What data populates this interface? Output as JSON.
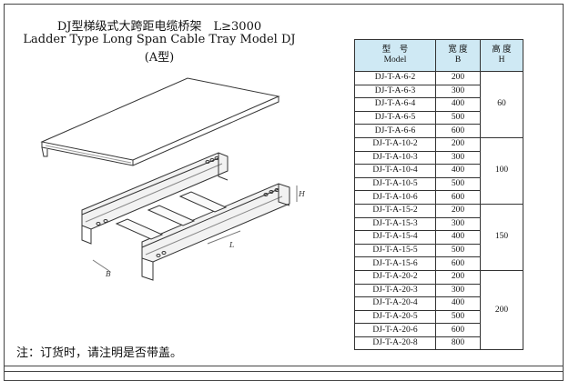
{
  "title": {
    "cn": "DJ型梯级式大跨距电缆桥架　L≥3000",
    "en": "Ladder Type Long Span Cable Tray Model DJ",
    "sub": "(A型)"
  },
  "drawing": {
    "label_B": "B",
    "label_L": "L",
    "label_H": "H"
  },
  "table": {
    "headers": {
      "model_cn": "型　号",
      "model_en": "Model",
      "width_cn": "宽 度",
      "width_en": "B",
      "height_cn": "高 度",
      "height_en": "H"
    },
    "groups": [
      {
        "height": "60",
        "rows": [
          {
            "model": "DJ-T-A-6-2",
            "width": "200"
          },
          {
            "model": "DJ-T-A-6-3",
            "width": "300"
          },
          {
            "model": "DJ-T-A-6-4",
            "width": "400"
          },
          {
            "model": "DJ-T-A-6-5",
            "width": "500"
          },
          {
            "model": "DJ-T-A-6-6",
            "width": "600"
          }
        ]
      },
      {
        "height": "100",
        "rows": [
          {
            "model": "DJ-T-A-10-2",
            "width": "200"
          },
          {
            "model": "DJ-T-A-10-3",
            "width": "300"
          },
          {
            "model": "DJ-T-A-10-4",
            "width": "400"
          },
          {
            "model": "DJ-T-A-10-5",
            "width": "500"
          },
          {
            "model": "DJ-T-A-10-6",
            "width": "600"
          }
        ]
      },
      {
        "height": "150",
        "rows": [
          {
            "model": "DJ-T-A-15-2",
            "width": "200"
          },
          {
            "model": "DJ-T-A-15-3",
            "width": "300"
          },
          {
            "model": "DJ-T-A-15-4",
            "width": "400"
          },
          {
            "model": "DJ-T-A-15-5",
            "width": "500"
          },
          {
            "model": "DJ-T-A-15-6",
            "width": "600"
          }
        ]
      },
      {
        "height": "200",
        "rows": [
          {
            "model": "DJ-T-A-20-2",
            "width": "200"
          },
          {
            "model": "DJ-T-A-20-3",
            "width": "300"
          },
          {
            "model": "DJ-T-A-20-4",
            "width": "400"
          },
          {
            "model": "DJ-T-A-20-5",
            "width": "500"
          },
          {
            "model": "DJ-T-A-20-6",
            "width": "600"
          },
          {
            "model": "DJ-T-A-20-8",
            "width": "800"
          }
        ]
      }
    ]
  },
  "note": "注：订货时，请注明是否带盖。",
  "colors": {
    "header_bg": "#cfe9f4",
    "line": "#333333"
  }
}
